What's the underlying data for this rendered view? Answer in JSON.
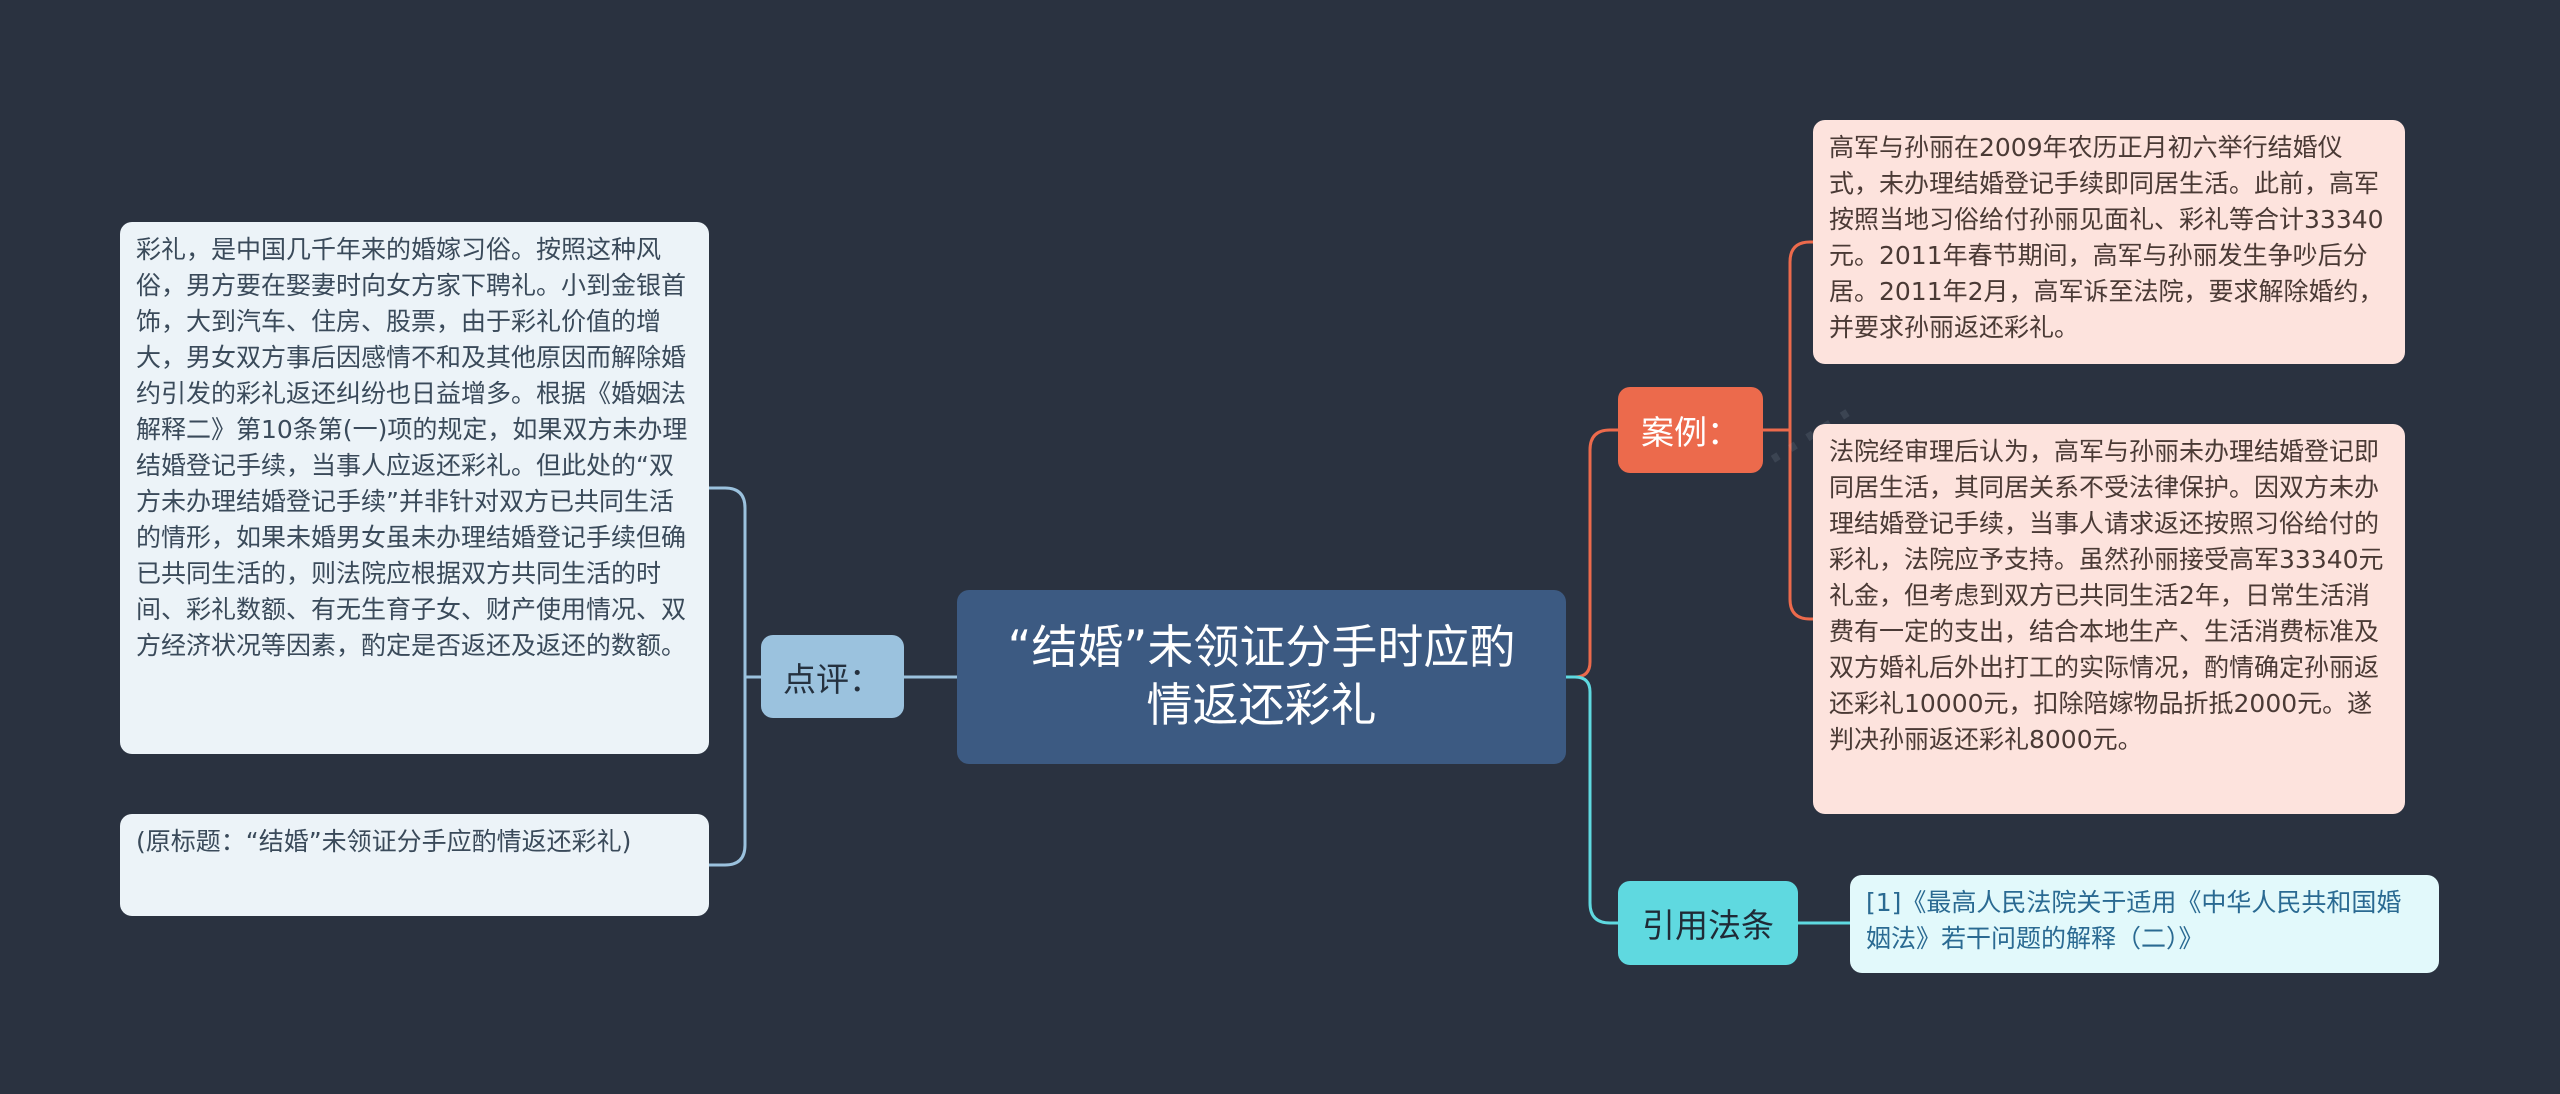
{
  "central": {
    "title": "“结婚”未领证分手时应酌情返还彩礼"
  },
  "branches": {
    "comment": {
      "label": "点评：",
      "items": [
        "彩礼，是中国几千年来的婚嫁习俗。按照这种风俗，男方要在娶妻时向女方家下聘礼。小到金银首饰，大到汽车、住房、股票，由于彩礼价值的增大，男女双方事后因感情不和及其他原因而解除婚约引发的彩礼返还纠纷也日益增多。根据《婚姻法解释二》第10条第(一)项的规定，如果双方未办理结婚登记手续，当事人应返还彩礼。但此处的“双方未办理结婚登记手续”并非针对双方已共同生活的情形，如果未婚男女虽未办理结婚登记手续但确已共同生活的，则法院应根据双方共同生活的时间、彩礼数额、有无生育子女、财产使用情况、双方经济状况等因素，酌定是否返还及返还的数额。",
        "(原标题：“结婚”未领证分手应酌情返还彩礼)"
      ]
    },
    "case": {
      "label": "案例：",
      "items": [
        "高军与孙丽在2009年农历正月初六举行结婚仪式，未办理结婚登记手续即同居生活。此前，高军按照当地习俗给付孙丽见面礼、彩礼等合计33340元。2011年春节期间，高军与孙丽发生争吵后分居。2011年2月，高军诉至法院，要求解除婚约，并要求孙丽返还彩礼。",
        "法院经审理后认为，高军与孙丽未办理结婚登记即同居生活，其同居关系不受法律保护。因双方未办理结婚登记手续，当事人请求返还按照习俗给付的彩礼，法院应予支持。虽然孙丽接受高军33340元礼金，但考虑到双方已共同生活2年，日常生活消费有一定的支出，结合本地生产、生活消费标准及双方婚礼后外出打工的实际情况，酌情确定孙丽返还彩礼10000元，扣除陪嫁物品折抵2000元。遂判决孙丽返还彩礼8000元。"
      ]
    },
    "law": {
      "label": "引用法条",
      "items": [
        "[1]《最高人民法院关于适用《中华人民共和国婚姻法》若干问题的解释（二）》"
      ]
    }
  },
  "colors": {
    "background": "#2a3240",
    "central": "#3c5a82",
    "comment": "#9bc2de",
    "case": "#ec6a4c",
    "law": "#5fd9e0"
  }
}
